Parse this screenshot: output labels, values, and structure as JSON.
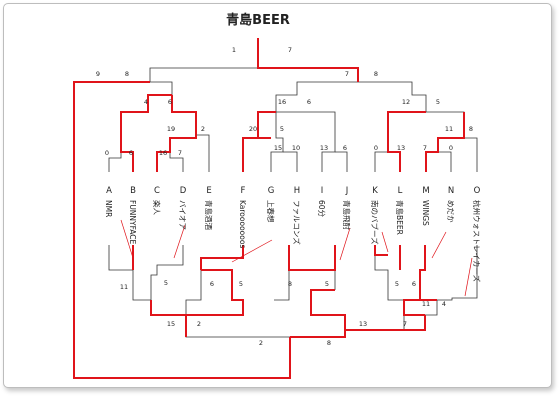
{
  "title": "青島BEER",
  "colors": {
    "winner": "#e0141a",
    "line": "#333333",
    "frame_border": "#bdbdbd"
  },
  "teams": [
    {
      "letter": "A",
      "name": "NMR"
    },
    {
      "letter": "B",
      "name": "FUNNYFACE"
    },
    {
      "letter": "C",
      "name": "楽人"
    },
    {
      "letter": "D",
      "name": "バイオア"
    },
    {
      "letter": "E",
      "name": "青島酒酒"
    },
    {
      "letter": "F",
      "name": "Karooooooos"
    },
    {
      "letter": "G",
      "name": "上春想"
    },
    {
      "letter": "H",
      "name": "ファルコンズ"
    },
    {
      "letter": "I",
      "name": "60分"
    },
    {
      "letter": "J",
      "name": "青島飛酎"
    },
    {
      "letter": "K",
      "name": "南のバブーズ"
    },
    {
      "letter": "L",
      "name": "青島BEER"
    },
    {
      "letter": "M",
      "name": "WINGS"
    },
    {
      "letter": "N",
      "name": "めだか"
    },
    {
      "letter": "O",
      "name": "杭州ウォストレイカーズ"
    }
  ],
  "top_scores": {
    "final": [
      "1",
      "7"
    ],
    "semi_left": [
      "9",
      "8"
    ],
    "semi_right": [
      "7",
      "8"
    ],
    "r2_ab_cde": [
      "4",
      "6"
    ],
    "r2_fg_hij": [
      "16",
      "6"
    ],
    "r2_kl_mno": [
      "12",
      "5"
    ],
    "q_c_de": [
      "19",
      "2"
    ],
    "q_fg": [
      "20",
      "5"
    ],
    "q_mn_o": [
      "11",
      "8"
    ],
    "r1_ab": [
      "0",
      "6"
    ],
    "r1_cd": [
      "16",
      "7"
    ],
    "r1_gh": [
      "15",
      "10"
    ],
    "r1_ij": [
      "13",
      "6"
    ],
    "r1_kl": [
      "0",
      "13"
    ],
    "r1_mn": [
      "7",
      "0"
    ]
  },
  "bottom_scores": {
    "final": [
      "2",
      "8"
    ],
    "semi_left": [
      "15",
      "2"
    ],
    "semi_right": [
      "13",
      "7"
    ],
    "q_left": [
      "11",
      "5"
    ],
    "q_e_f": [
      "6",
      "5"
    ],
    "q_hij": [
      "8",
      "5"
    ],
    "q_klmno": [
      "5",
      "6"
    ],
    "q_right_final": [
      "11",
      "4"
    ]
  }
}
